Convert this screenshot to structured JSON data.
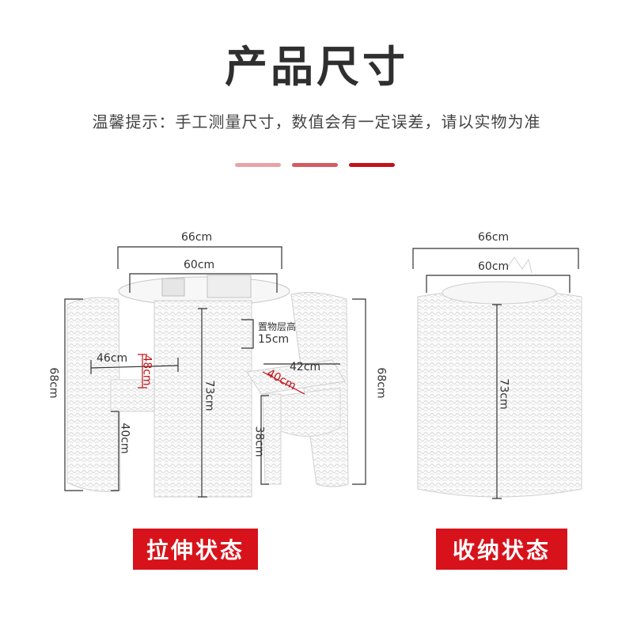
{
  "header": {
    "title": "产品尺寸",
    "tip": "温馨提示：手工测量尺寸，数值会有一定误差，请以实物为准"
  },
  "colors": {
    "accent_light": "#e8a3a6",
    "accent_mid": "#d45c63",
    "accent_dark": "#c0141a",
    "button_bg": "#d8121b"
  },
  "expanded": {
    "label": "拉伸状态",
    "dims": {
      "outer_width": "66cm",
      "inner_width": "60cm",
      "shelf_label": "置物层高",
      "shelf_height": "15cm",
      "chair_seat_width": "46cm",
      "chair_seat_depth": "48cm",
      "table_height": "73cm",
      "stool_width": "42cm",
      "stool_depth": "40cm",
      "left_height": "68cm",
      "right_height": "68cm",
      "chair_seat_height": "40cm",
      "stool_height": "38cm"
    }
  },
  "stored": {
    "label": "收纳状态",
    "dims": {
      "outer_width": "66cm",
      "inner_width": "60cm",
      "height": "73cm"
    }
  }
}
